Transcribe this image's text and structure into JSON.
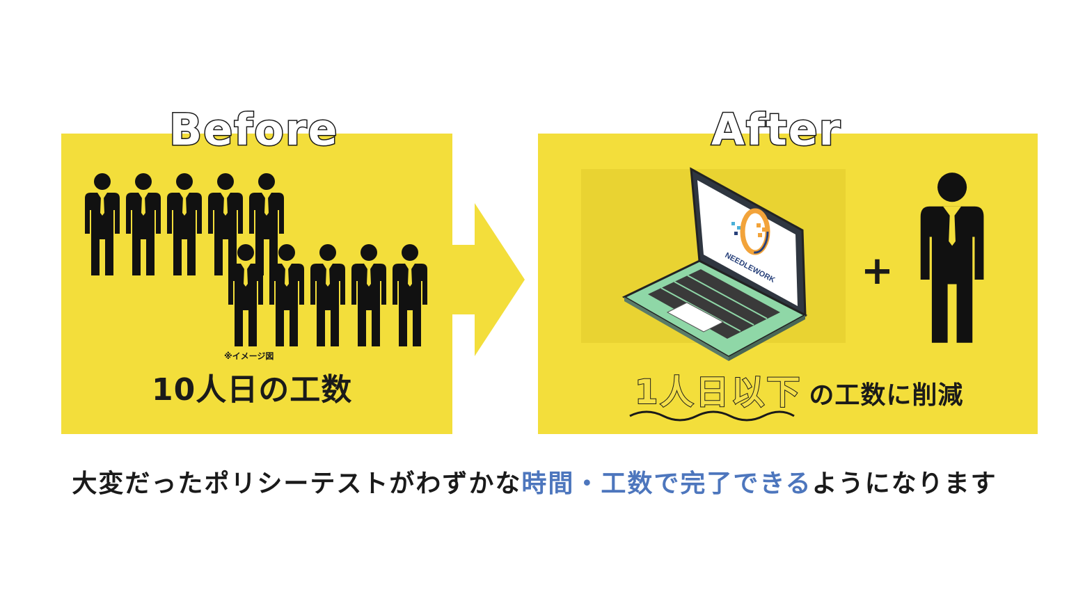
{
  "colors": {
    "panel_yellow": "#f3de3b",
    "arrow_yellow": "#f3de3b",
    "figure_black": "#111111",
    "accent_blue": "#4d76bd",
    "laptop_green": "#8fd7a7"
  },
  "before": {
    "heading": "Before",
    "note": "※イメージ図",
    "caption": "10人日の工数"
  },
  "after": {
    "heading": "After",
    "caption_highlight": "1人日以下",
    "caption_rest": "の工数に削減",
    "plus": "+",
    "logo_text": "NEEDLEWORK"
  },
  "bottom": {
    "part1": "大変だったポリシーテストがわずかな",
    "part2": "時間・工数で完了できる",
    "part3": "ようになります"
  },
  "icons": {
    "before_people": "person-icon",
    "after_person": "person-icon",
    "laptop": "laptop-icon",
    "arrow": "right-arrow-icon"
  }
}
